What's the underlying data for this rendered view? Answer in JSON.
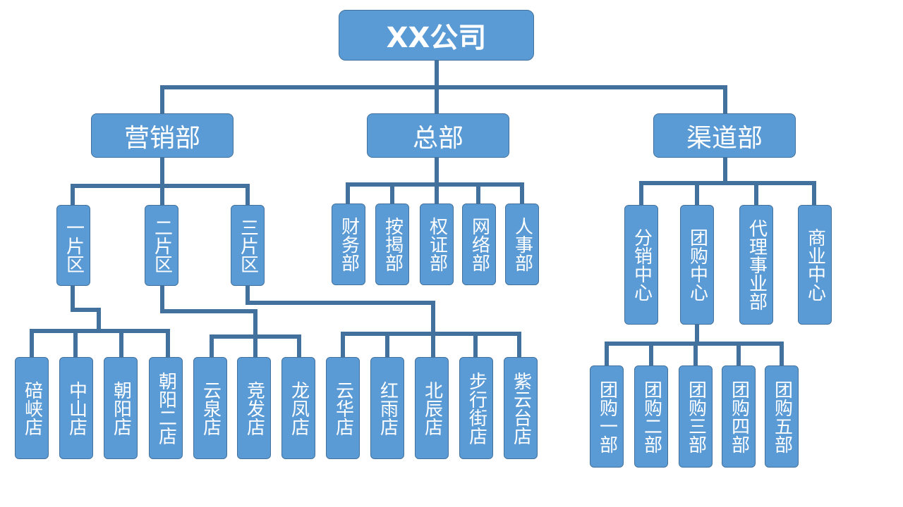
{
  "org_chart": {
    "root": "XX公司",
    "departments": {
      "marketing": "营销部",
      "hq": "总部",
      "channel": "渠道部"
    },
    "marketing_areas": [
      "一片区",
      "二片区",
      "三片区"
    ],
    "stores_area1": [
      "碚峡店",
      "中山店",
      "朝阳店",
      "朝阳二店"
    ],
    "stores_area2": [
      "云泉店",
      "竞发店",
      "龙凤店"
    ],
    "stores_area3": [
      "云华店",
      "红雨店",
      "北辰店",
      "步行街店",
      "紫云台店"
    ],
    "hq_units": [
      "财务部",
      "按揭部",
      "权证部",
      "网络部",
      "人事部"
    ],
    "channel_units": [
      "分销中心",
      "团购中心",
      "代理事业部",
      "商业中心"
    ],
    "group_buy_units": [
      "团购一部",
      "团购二部",
      "团购三部",
      "团购四部",
      "团购五部"
    ]
  },
  "colors": {
    "box_fill": "#5b9bd5",
    "box_border": "#41719c",
    "connector": "#41719c",
    "text": "#ffffff"
  }
}
